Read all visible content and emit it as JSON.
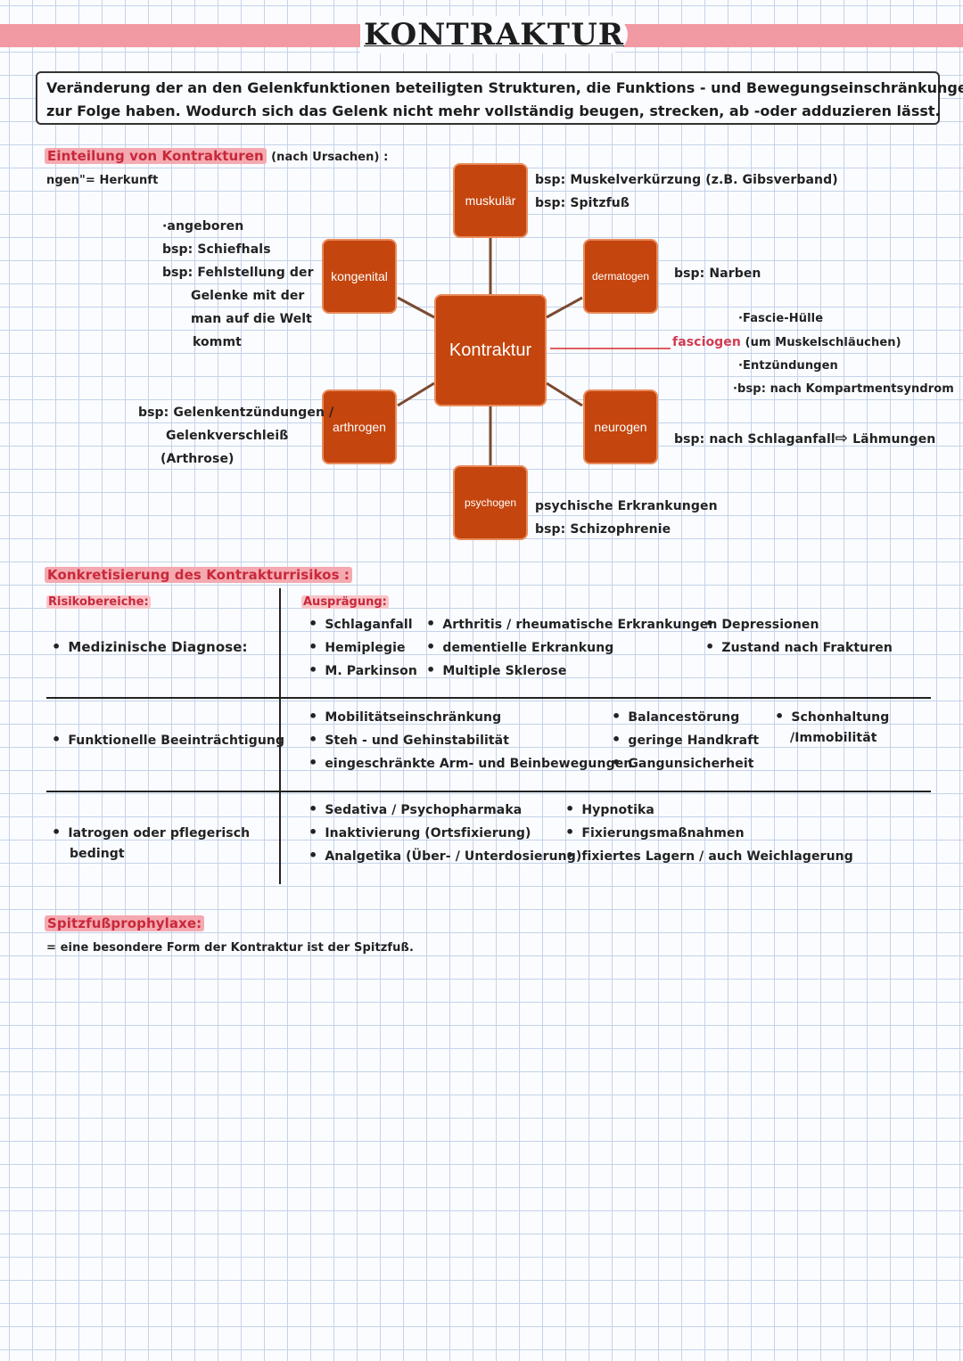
{
  "title": "KONTRAKTUR",
  "definition": {
    "line1": "Veränderung der an den Gelenkfunktionen beteiligten Strukturen, die Funktions - und Bewegungseinschränkungen",
    "line2": "zur Folge haben. Wodurch sich das Gelenk nicht mehr vollständig beugen, strecken, ab -oder adduzieren lässt."
  },
  "einteilung": {
    "heading": "Einteilung von Kontrakturen",
    "suffix": "(nach Ursachen) :",
    "note": "ngen\"= Herkunft"
  },
  "diagram": {
    "center": "Kontraktur",
    "nodes": {
      "muskulaer": "muskulär",
      "kongenital": "kongenital",
      "dermatogen": "dermatogen",
      "arthrogen": "arthrogen",
      "neurogen": "neurogen",
      "psychogen": "psychogen"
    },
    "fasciogen": "fasciogen",
    "annotations": {
      "muskulaer_1": "bsp: Muskelverkürzung  (z.B. Gibsverband)",
      "muskulaer_2": "bsp: Spitzfuß",
      "kongenital": [
        "·angeboren",
        "bsp: Schiefhals",
        "bsp: Fehlstellung der",
        "Gelenke mit der",
        "man auf die Welt",
        "kommt"
      ],
      "dermatogen": "bsp: Narben",
      "fasciogen_pre": "·Fascie-Hülle",
      "fasciogen_post": "(um Muskelschläuchen)",
      "fasciogen_3": "·Entzündungen",
      "fasciogen_4": "·bsp: nach Kompartmentsyndrom",
      "arthrogen": [
        "bsp: Gelenkentzündungen /",
        "Gelenkverschleiß",
        "(Arthrose)"
      ],
      "neurogen": "bsp: nach Schlaganfall",
      "neurogen_arrow": "⇨",
      "neurogen_result": "Lähmungen",
      "psychogen": [
        "psychische Erkrankungen",
        "bsp: Schizophrenie"
      ]
    }
  },
  "risiko": {
    "heading": "Konkretisierung des Kontrakturrisikos :",
    "col1_header": "Risikobereiche:",
    "col2_header": "Ausprägung:",
    "rows": [
      {
        "label": "Medizinische Diagnose:",
        "cols": [
          [
            "Schlaganfall",
            "Hemiplegie",
            "M. Parkinson"
          ],
          [
            "Arthritis / rheumatische Erkrankungen",
            "dementielle Erkrankung",
            "Multiple Sklerose"
          ],
          [
            "Depressionen",
            "Zustand nach Frakturen"
          ]
        ]
      },
      {
        "label": "Funktionelle Beeinträchtigung",
        "cols": [
          [
            "Mobilitätseinschränkung",
            "Steh - und Gehinstabilität",
            "eingeschränkte Arm- und Beinbewegungen"
          ],
          [
            "Balancestörung",
            "geringe Handkraft",
            "Gangunsicherheit"
          ],
          [
            "Schonhaltung",
            "/Immobilität"
          ]
        ]
      },
      {
        "label": "Iatrogen oder pflegerisch",
        "label2": "bedingt",
        "cols": [
          [
            "Sedativa / Psychopharmaka",
            "Inaktivierung (Ortsfixierung)",
            "Analgetika (Über- / Unterdosierung)"
          ],
          [
            "Hypnotika",
            "Fixierungsmaßnahmen",
            "fixiertes Lagern / auch Weichlagerung"
          ]
        ]
      }
    ]
  },
  "spitzfuss": {
    "heading": "Spitzfußprophylaxe:",
    "text": "= eine besondere Form der Kontraktur ist der Spitzfuß."
  },
  "colors": {
    "node": "#c4450d",
    "highlight": "#f5a9b0",
    "accent": "#d23b52",
    "grid": "#c4d3ea"
  }
}
